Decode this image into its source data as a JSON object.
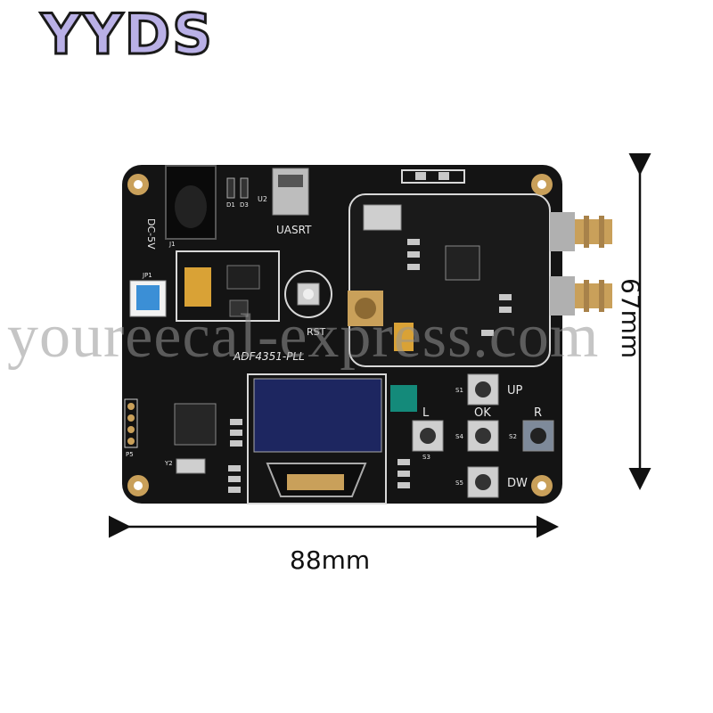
{
  "brand": "YYDS",
  "watermark": "youreecal-express.com",
  "dimensions": {
    "width_label": "88mm",
    "height_label": "67mm"
  },
  "board": {
    "silk": {
      "dc": "DC-5V",
      "uart": "UASRT",
      "u2": "U2",
      "rst": "RST",
      "title": "ADF4351-PLL",
      "jp1": "JP1",
      "up": "UP",
      "ok": "OK",
      "l": "L",
      "r": "R",
      "dw": "DW",
      "s1": "S1",
      "s2": "S2",
      "s3": "S3",
      "s4": "S4",
      "s5": "S5",
      "p5": "P5",
      "y2": "Y2",
      "j1": "J1",
      "d1": "D1",
      "d3": "D3"
    },
    "colors": {
      "pcb": "#141414",
      "silk": "#e8e8e8",
      "gold": "#c9a05a",
      "oled": "#1d2660"
    }
  }
}
